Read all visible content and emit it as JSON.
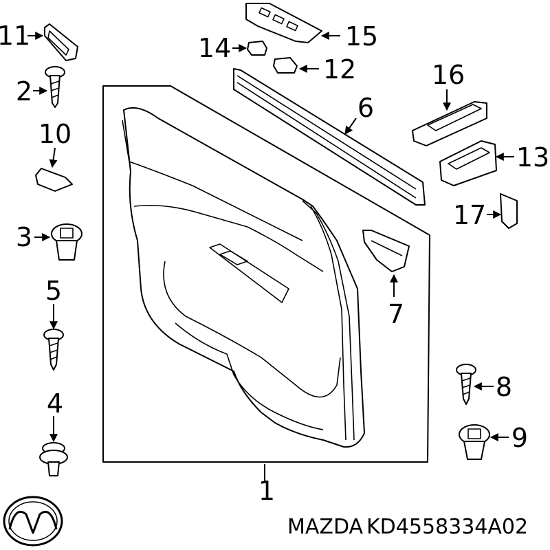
{
  "callouts": {
    "n1": "1",
    "n2": "2",
    "n3": "3",
    "n4": "4",
    "n5": "5",
    "n6": "6",
    "n7": "7",
    "n8": "8",
    "n9": "9",
    "n10": "10",
    "n11": "11",
    "n12": "12",
    "n13": "13",
    "n14": "14",
    "n15": "15",
    "n16": "16",
    "n17": "17"
  },
  "caption": {
    "brand": "MAZDA",
    "part_number": "KD4558334A02"
  },
  "icons": {
    "logo": "mazda-logo-icon"
  }
}
